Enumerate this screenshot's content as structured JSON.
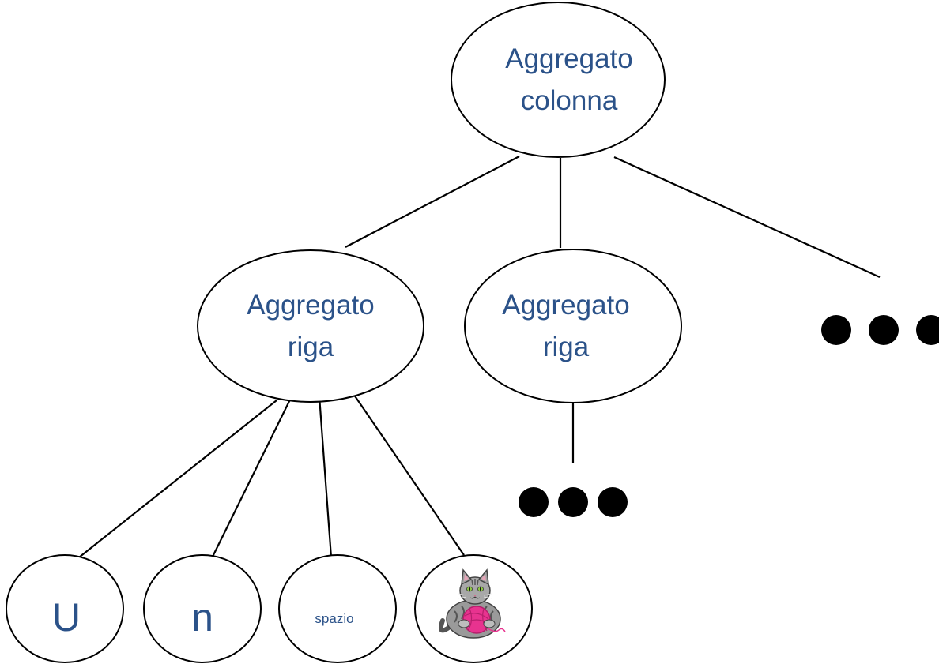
{
  "nodes": {
    "root": {
      "line1": "Aggregato",
      "line2": "colonna"
    },
    "row_left": {
      "line1": "Aggregato",
      "line2": "riga"
    },
    "row_mid": {
      "line1": "Aggregato",
      "line2": "riga"
    },
    "leaf_u": {
      "text": "U"
    },
    "leaf_n": {
      "text": "n"
    },
    "leaf_space": {
      "text": "spazio"
    },
    "leaf_cat": {
      "icon": "cat-with-yarn-ball-icon"
    }
  },
  "colors": {
    "label": "#2b5289",
    "stroke": "#000000",
    "yarn": "#e8338f"
  }
}
